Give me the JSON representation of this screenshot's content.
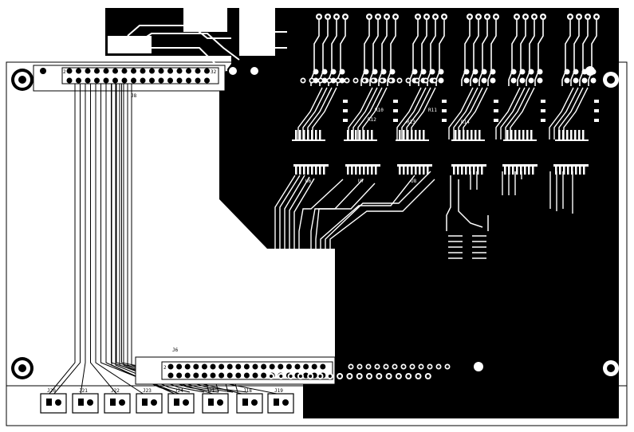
{
  "connectors": {
    "j8": "J8",
    "j6": "J6",
    "j8_pin_left": "2",
    "j8_pin_right": "32",
    "j6_pin_left": "2"
  },
  "terminals": [
    {
      "id": "J20"
    },
    {
      "id": "J21"
    },
    {
      "id": "J22"
    },
    {
      "id": "J23"
    },
    {
      "id": "J24"
    },
    {
      "id": "J1"
    },
    {
      "id": "J18"
    },
    {
      "id": "J19"
    }
  ],
  "chips": [
    {
      "label": "U6"
    },
    {
      "label": "U7"
    },
    {
      "label": "U8"
    }
  ],
  "resistor_labels": [
    "R10",
    "R11",
    "R12",
    "R13",
    "R14"
  ],
  "colors": {
    "copper": "#000000",
    "board": "#ffffff",
    "trace_on_copper": "#ffffff"
  }
}
